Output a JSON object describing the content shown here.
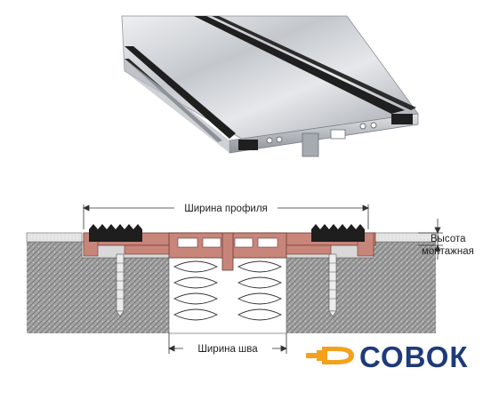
{
  "figure": {
    "labels": {
      "profile_width": "Ширина профиля",
      "seam_width": "Ширина шва",
      "height_line1": "Высота",
      "height_line2": "монтажная"
    }
  },
  "logo": {
    "text": "СОВОК",
    "icon": "trowel-icon",
    "colors": {
      "icon": "#f4a11c",
      "text": "#1e3a7a"
    }
  },
  "colors": {
    "aluminum_light": "#d7dade",
    "aluminum_dark": "#9aa0a8",
    "rubber": "#1e1e1e",
    "profile_insert": "#c8857a",
    "concrete": "#9c9c9c"
  }
}
